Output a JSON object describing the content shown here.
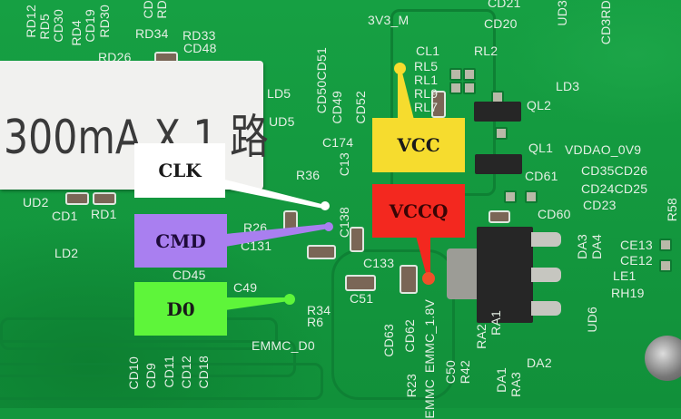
{
  "sticker_text": "300mA X 1 路",
  "callouts": {
    "clk": {
      "label": "CLK",
      "color": "#ffffff"
    },
    "cmd": {
      "label": "CMD",
      "color": "#a97ff0"
    },
    "d0": {
      "label": "D0",
      "color": "#5ef53a"
    },
    "vcc": {
      "label": "VCC",
      "color": "#f6dc2e"
    },
    "vccq": {
      "label": "VCCQ",
      "color": "#f3281f"
    }
  },
  "silkscreen": {
    "h": [
      "CD21",
      "3V3_M",
      "CD20",
      "CL1",
      "RL2",
      "RL5",
      "RL1",
      "RL9",
      "RL7",
      "LD3",
      "QL2",
      "QL1",
      "VDDAO_0V9",
      "CD61",
      "CD35CD26",
      "CD24CD25",
      "CD23",
      "CD60",
      "CE13",
      "CE12",
      "LE1",
      "RH19",
      "DA2",
      "RD34",
      "RD33",
      "CD48",
      "RD26",
      "LD5",
      "UD5",
      "R36",
      "UD2",
      "CD1",
      "RD1",
      "LD2",
      "CD45",
      "C49",
      "R34",
      "R6",
      "EMMC_D0",
      "C51",
      "R26",
      "C131",
      "C174",
      "C133"
    ],
    "v": [
      "RD12",
      "RD5",
      "CD30",
      "RD4",
      "CD19",
      "RD30",
      "CD",
      "RD",
      "CD50CD51",
      "CD49",
      "CD52",
      "UD3",
      "CD3RD",
      "UD6",
      "R58",
      "DA3",
      "DA4",
      "CD63",
      "CD62",
      "EMMC_1.8V",
      "RA2",
      "RA1",
      "R23",
      "EMMC",
      "C50",
      "R42",
      "DA1",
      "RA3",
      "CD10",
      "CD9",
      "CD11",
      "CD12",
      "CD18",
      "C138",
      "C13"
    ]
  }
}
